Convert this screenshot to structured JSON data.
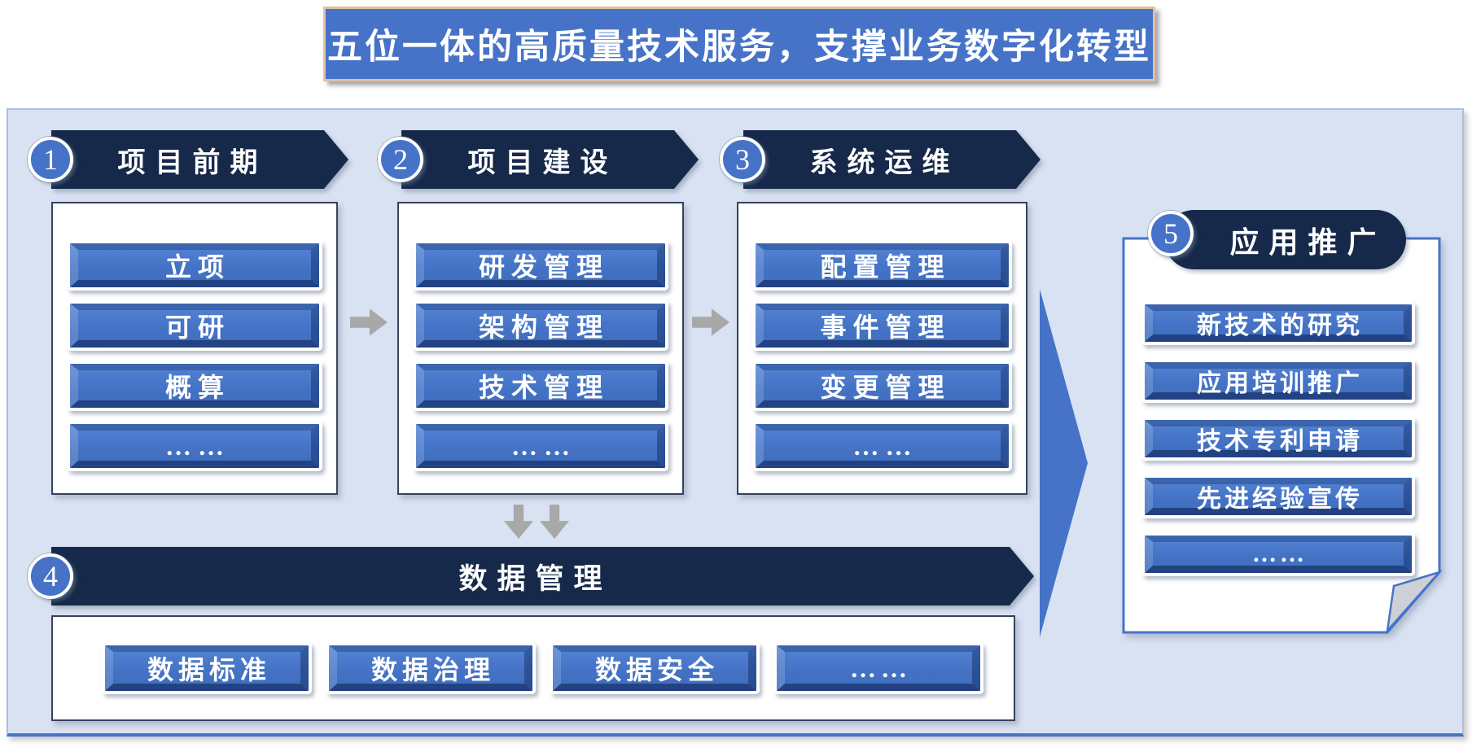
{
  "title": {
    "text": "五位一体的高质量技术服务，支撑业务数字化转型"
  },
  "stages": {
    "s1": {
      "number": "1",
      "label": "项目前期",
      "items": [
        "立项",
        "可研",
        "概算",
        "……"
      ]
    },
    "s2": {
      "number": "2",
      "label": "项目建设",
      "items": [
        "研发管理",
        "架构管理",
        "技术管理",
        "……"
      ]
    },
    "s3": {
      "number": "3",
      "label": "系统运维",
      "items": [
        "配置管理",
        "事件管理",
        "变更管理",
        "……"
      ]
    },
    "s4": {
      "number": "4",
      "label": "数据管理",
      "items": [
        "数据标准",
        "数据治理",
        "数据安全",
        "……"
      ]
    },
    "s5": {
      "number": "5",
      "label": "应用推广",
      "items": [
        "新技术的研究",
        "应用培训推广",
        "技术专利申请",
        "先进经验宣传",
        "……"
      ]
    }
  },
  "icons": {
    "flow_arrow_right": "gray right arrow between stages",
    "flow_arrow_down": "gray down arrows to data management",
    "big_arrow_right": "large blue arrow to application promotion",
    "page_fold": "folded page corner on promotion panel"
  },
  "colors": {
    "accent_blue": "#4673C8",
    "navy": "#16294A",
    "panel_bg": "#D9E2F2",
    "arrow_gray": "#A8A8A8",
    "title_border": "#E2BFA1"
  }
}
